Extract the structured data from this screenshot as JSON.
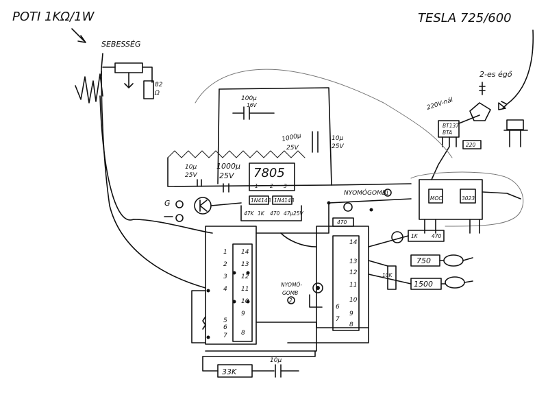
{
  "labels": {
    "poti": "POTI 1KΩ/1W",
    "sebesseg": "SEBESSÉG",
    "r_82": "82",
    "r_82_unit": "Ω",
    "tesla": "TESLA 725/600",
    "ego": "2-es égő",
    "v220": "220V-nál",
    "cap_100u_top": "100µ",
    "cap_100u_top_v": "16V",
    "cap_1000u_right": "1000µ",
    "cap_1000u_right_v": "25V",
    "cap_10u_right": "10µ",
    "cap_10u_right_v": "25V",
    "cap_10u_left": "10µ",
    "cap_10u_left_v": "25V",
    "cap_1000u_mid": "1000µ",
    "cap_1000u_mid_v": "25V",
    "reg_7805": "7805",
    "reg_pin1": "1",
    "reg_pin2": "2",
    "reg_pin3": "3",
    "diode_1": "1N4148",
    "diode_2": "1N4148",
    "res_47k": "47K",
    "res_1k": "1K",
    "res_470": "470",
    "cap_47u": "47µ",
    "cap_47u_v": "25V",
    "led_g": "G",
    "nyomogomb1": "NYOMÓGOMB",
    "nyomogomb1_num": "1",
    "nyomogomb2_a": "NYOMÓ-",
    "nyomogomb2_b": "GOMB",
    "nyomogomb2_num": "2",
    "ic1_pins": [
      "14",
      "13",
      "12",
      "11",
      "10",
      "9",
      "8",
      "1",
      "2",
      "3",
      "4",
      "5",
      "6",
      "7"
    ],
    "ic2_pins": [
      "14",
      "13",
      "12",
      "11",
      "10",
      "9",
      "8",
      "7",
      "6"
    ],
    "res_lower_10k": "10K",
    "res_lower_1k": "1K",
    "res_470_lower": "470",
    "res_750": "750",
    "res_1500": "1500",
    "res_33k": "33K",
    "cap_10u_bottom": "10µ",
    "triac": "BT137",
    "triac_b": "BTA",
    "res_220": "220",
    "moc": "MOC",
    "moc_num": "3023"
  }
}
